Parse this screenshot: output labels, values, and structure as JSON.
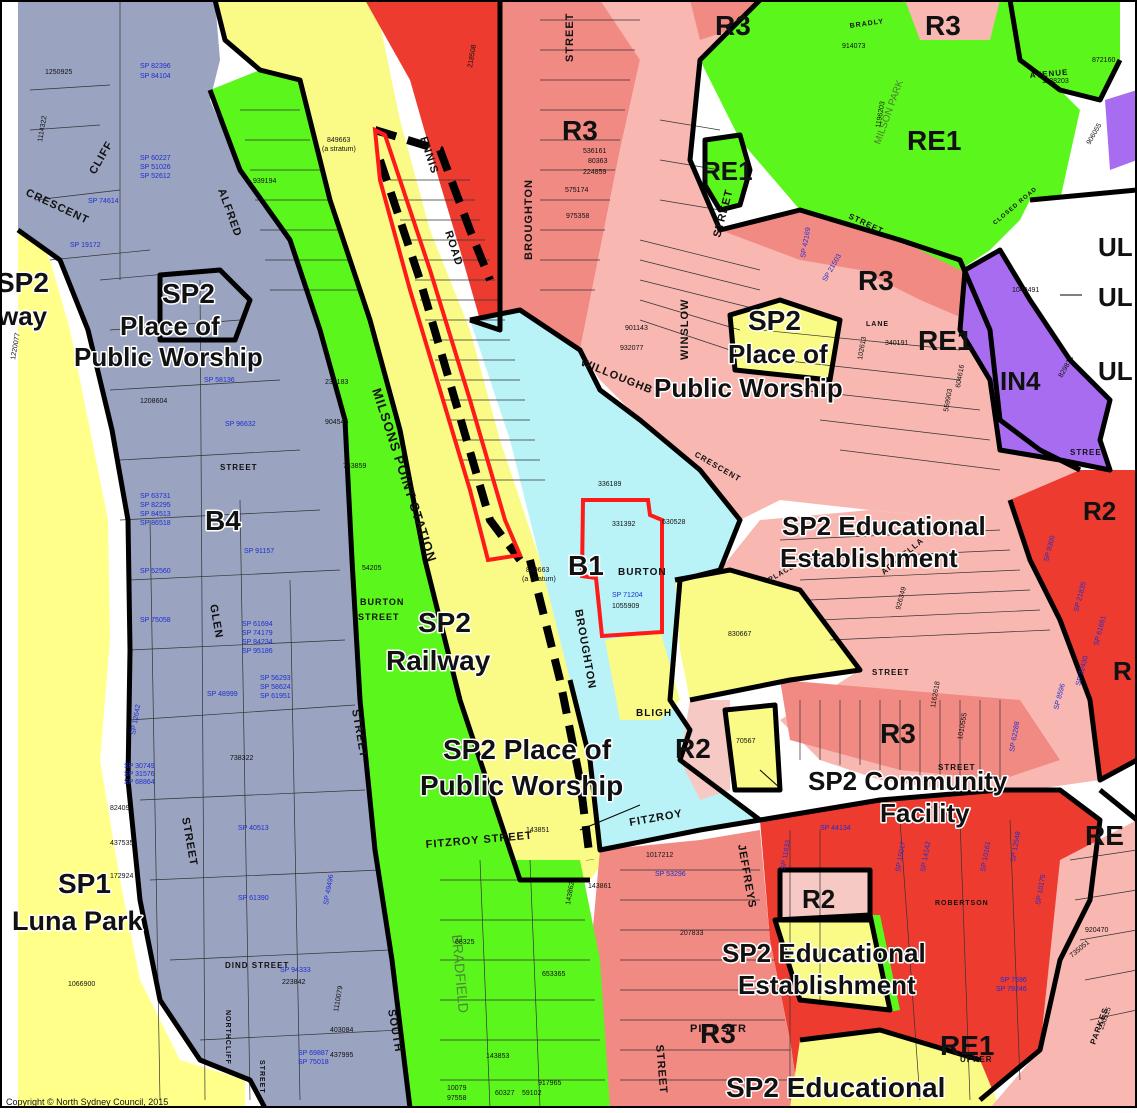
{
  "colors": {
    "B4": "#9aa3c0",
    "SP2_railway": "#fafa87",
    "RE1": "#5bf61c",
    "R3": "#f28a84",
    "R3_light": "#f8b7b1",
    "R2": "#f7c9c5",
    "R4": "#ee3b30",
    "B1": "#b9f3f8",
    "IN4": "#a86cf0",
    "SP1": "#ffff8a",
    "UL": "#ffffff",
    "subject_site": "#ff1a1a"
  },
  "zones": {
    "sp2_railway_left": {
      "code": "SP2",
      "line2": "way"
    },
    "sp2_worship_left": {
      "code": "SP2",
      "line1": "Place of",
      "line2": "Public Worship"
    },
    "b4": {
      "code": "B4"
    },
    "sp2_railway_center": {
      "code": "SP2",
      "line2": "Railway"
    },
    "sp1_luna": {
      "code": "SP1",
      "line2": "Luna Park"
    },
    "b1": {
      "code": "B1"
    },
    "sp2_worship_center": {
      "text": "SP2 Place of",
      "line2": "Public Worship"
    },
    "r3_top": {
      "code": "R3"
    },
    "r3_top_right": {
      "code": "R3"
    },
    "r3_upper_mid": {
      "code": "R3"
    },
    "r3_mid": {
      "code": "R3"
    },
    "r3_right": {
      "code": "R3"
    },
    "r3_lower": {
      "code": "R3"
    },
    "re1_top": {
      "code": "RE1"
    },
    "re1_small": {
      "code": "RE1"
    },
    "re1_mid": {
      "code": "RE1"
    },
    "re1_bottom": {
      "code": "RE1"
    },
    "re_partial": {
      "code": "RE"
    },
    "sp2_worship_right": {
      "code": "SP2",
      "line1": "Place of",
      "line2": "Public Worship"
    },
    "sp2_educational_mid": {
      "text": "SP2 Educational",
      "line2": "Establishment"
    },
    "sp2_community": {
      "text": "SP2 Community",
      "line2": "Facility"
    },
    "r2_mid": {
      "code": "R2"
    },
    "r2_lower": {
      "code": "R2"
    },
    "r2_right": {
      "code": "R2"
    },
    "r_partial": {
      "code": "R"
    },
    "sp2_educational_lower": {
      "text": "SP2 Educational",
      "line2": "Establishment"
    },
    "sp2_educational_bottom": {
      "text": "SP2 Educational"
    },
    "in4": {
      "code": "IN4"
    },
    "ul_1": {
      "code": "UL"
    },
    "ul_2": {
      "code": "UL"
    },
    "ul_3": {
      "code": "UL"
    }
  },
  "streets": {
    "ennis": "ENNIS",
    "road": "ROAD",
    "broughton_top": "BROUGHTON",
    "street_top": "STREET",
    "winslow": "WINSLOW",
    "street_winslow": "STREET",
    "willoughby": "WILLOUGHBY",
    "alfred": "ALFRED",
    "cliff": "CLIFF",
    "crescent": "CRESCENT",
    "street_left": "STREET",
    "glen": "GLEN",
    "milsons": "MILSONS POINT STATION",
    "burton_street": "BURTON\nSTREET",
    "broughton_mid": "BROUGHTON",
    "burton": "BURTON",
    "bligh": "BLIGH",
    "fitzroy_street": "FITZROY STREET",
    "fitzroy": "FITZROY",
    "street_right": "STREET",
    "street_south": "STREET",
    "south": "SOUTH",
    "street_lower_left": "STREET",
    "dind_street": "DIND STREET",
    "northcliff": "NORTHCLIFF",
    "street_northcliff": "STREET",
    "jeffreys": "JEFFREYS",
    "pitt": "PITT STR",
    "street_bottom": "STREET",
    "robertson": "ROBERTSON",
    "parkes": "PARKES",
    "upper": "UPPER",
    "bradfield": "BRADFIELD",
    "crescent_mid": "CRESCENT",
    "lane": "LANE",
    "place": "PLACE",
    "aragella": "ARAGELLA",
    "closed_road": "CLOSED ROAD",
    "milson_park": "MILSON PARK",
    "avenue": "AVENUE",
    "bradly": "BRADLY"
  },
  "lots": {
    "l1250925": "1250925",
    "l1114322": "1114322",
    "lsp82396": "SP 82396",
    "lsp84104": "SP 84104",
    "lsp60227": "SP 60227",
    "lsp51026": "SP 51026",
    "lsp52612": "SP 52612",
    "lsp74614": "SP 74614",
    "lsp19172": "SP 19172",
    "l1220077": "1220077",
    "l1208604": "1208604",
    "lsp96632": "SP 96632",
    "lsp58136": "SP 58136",
    "l939194": "939194",
    "l849663a": "849663",
    "l849663a2": "(a stratum)",
    "l236183": "236183",
    "l904545": "904545",
    "l743859": "743859",
    "l54205": "54205",
    "l849663b": "849663",
    "l849663b2": "(a stratum)",
    "lsp63731": "SP 63731",
    "lsp82295": "SP 82295",
    "lsp84513": "SP 84513",
    "lsp86518": "SP 86518",
    "lsp52560": "SP 52560",
    "lsp91157": "SP 91157",
    "lsp75058": "SP 75058",
    "lsp61694": "SP 61694",
    "lsp74179": "SP 74179",
    "lsp84234": "SP 84234",
    "lsp95186": "SP 95186",
    "lsp56293": "SP 56293",
    "lsp58624": "SP 58624",
    "lsp61951": "SP 61951",
    "lsp48999": "SP 48999",
    "l738322": "738322",
    "lsp12642": "SP 12642",
    "lsp30749": "SP 30749",
    "lsp31576": "SP 31576",
    "lsp68864": "SP 68864",
    "l82409": "82409",
    "l437535": "437535",
    "l172924": "172924",
    "lsp40513": "SP 40513",
    "lsp61390": "SP 61390",
    "lsp49496": "SP 49496",
    "l1066900": "1066900",
    "lsp94333": "SP 94333",
    "l223842": "223842",
    "l1110079": "1110079",
    "l403084": "403084",
    "l437995": "437995",
    "lsp69887": "SP 69887",
    "lsp75018": "SP 75018",
    "l68325": "68325",
    "l653365": "653365",
    "l143853": "143853",
    "l917965": "917965",
    "l60327": "60327",
    "l59102": "59102",
    "l10079": "10079",
    "l97558": "97558",
    "l143851": "143851",
    "l143862": "143862",
    "l143861": "143861",
    "l336189": "336189",
    "l331392": "331392",
    "l630528": "630528",
    "lsp71204": "SP 71204",
    "l1055909": "1055909",
    "l830667": "830667",
    "l70567": "70567",
    "l1017212": "1017212",
    "lsp53296": "SP 53296",
    "l207833": "207833",
    "l218508": "218508",
    "l1196203": "1196203",
    "l914073": "914073",
    "l1188203": "1188203",
    "l872160": "872160",
    "l901143": "901143",
    "l932077": "932077",
    "l575174": "575174",
    "l975358": "975358",
    "l536161": "536161",
    "l80363": "80363",
    "l224859": "224859",
    "lsp42169": "SP 42169",
    "lsp21503": "SP 21503",
    "l340191": "340191",
    "l102613": "102613",
    "l604616": "604616",
    "l559903": "559903",
    "l1040491": "1040491",
    "l906055": "906055",
    "l829813": "829813",
    "l1162618": "1162618",
    "l1010555": "1010555",
    "lsp62288": "SP 62288",
    "lsp9300": "SP 9300",
    "lsp21835": "SP 21835",
    "lsp61661": "SP 61661",
    "lsp22430": "SP 22430",
    "lsp8596": "SP 8596",
    "lsp44134": "SP 44134",
    "lsp11633": "SP 11633",
    "lsp15017": "SP 15017",
    "lsp14142": "SP 14142",
    "lsp10161": "SP 10161",
    "lsp12548": "SP 12548",
    "lsp7596": "SP 7596",
    "lsp79246": "SP 79246",
    "l920470": "920470",
    "l735051": "735051",
    "l230315": "230315",
    "l926349": "926349",
    "lsp10175": "SP 10175"
  },
  "footer": {
    "copyright": "Copyright © North Sydney Council, 2015"
  }
}
